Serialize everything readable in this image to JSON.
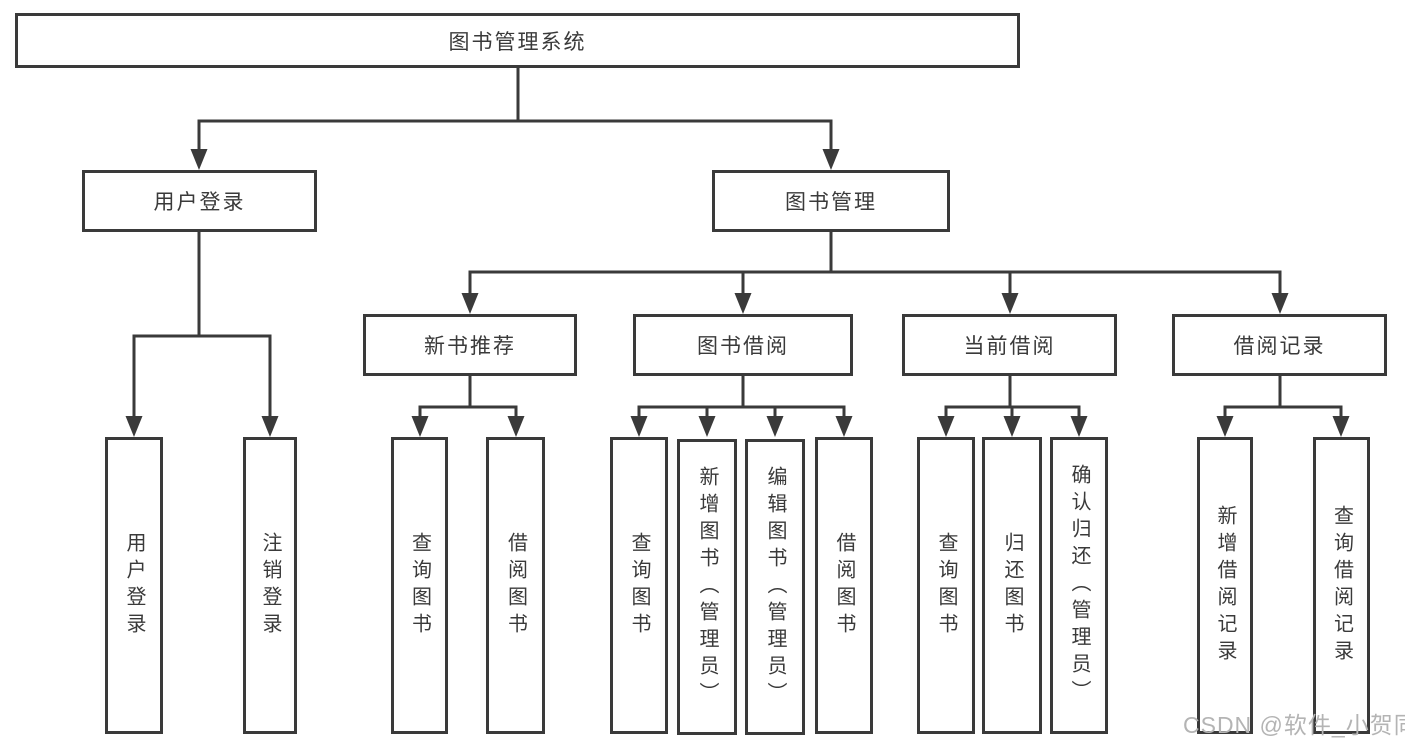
{
  "title": "图书管理系统",
  "root": {
    "label": "图书管理系统"
  },
  "level2": [
    {
      "id": "user-login",
      "label": "用户登录",
      "parent": "root"
    },
    {
      "id": "book-management",
      "label": "图书管理",
      "parent": "root"
    }
  ],
  "level3": [
    {
      "id": "new-book-recommend",
      "label": "新书推荐",
      "parent": "book-management"
    },
    {
      "id": "book-borrow",
      "label": "图书借阅",
      "parent": "book-management"
    },
    {
      "id": "current-borrow",
      "label": "当前借阅",
      "parent": "book-management"
    },
    {
      "id": "borrow-records",
      "label": "借阅记录",
      "parent": "book-management"
    }
  ],
  "leaves": [
    {
      "id": "leaf-user-login",
      "label": "用户登录",
      "parent": "user-login"
    },
    {
      "id": "leaf-logout",
      "label": "注销登录",
      "parent": "user-login"
    },
    {
      "id": "leaf-query-books-nb",
      "label": "查询图书",
      "parent": "new-book-recommend"
    },
    {
      "id": "leaf-borrow-books-nb",
      "label": "借阅图书",
      "parent": "new-book-recommend"
    },
    {
      "id": "leaf-query-books-bb",
      "label": "查询图书",
      "parent": "book-borrow"
    },
    {
      "id": "leaf-add-book-admin",
      "label": "新增图书（管理员）",
      "parent": "book-borrow"
    },
    {
      "id": "leaf-edit-book-admin",
      "label": "编辑图书（管理员）",
      "parent": "book-borrow"
    },
    {
      "id": "leaf-borrow-books-bb",
      "label": "借阅图书",
      "parent": "book-borrow"
    },
    {
      "id": "leaf-query-books-cb",
      "label": "查询图书",
      "parent": "current-borrow"
    },
    {
      "id": "leaf-return-book",
      "label": "归还图书",
      "parent": "current-borrow"
    },
    {
      "id": "leaf-confirm-return-admin",
      "label": "确认归还（管理员）",
      "parent": "current-borrow"
    },
    {
      "id": "leaf-add-borrow-record",
      "label": "新增借阅记录",
      "parent": "borrow-records"
    },
    {
      "id": "leaf-query-borrow-record",
      "label": "查询借阅记录",
      "parent": "borrow-records"
    }
  ],
  "watermark": {
    "text": "CSDN @软件_小贺同学"
  },
  "colors": {
    "line": "#3a3a3a",
    "box_border": "#3a3a3a",
    "text": "#3a3a3a",
    "watermark": "#b4b4b4",
    "background": "#ffffff"
  }
}
